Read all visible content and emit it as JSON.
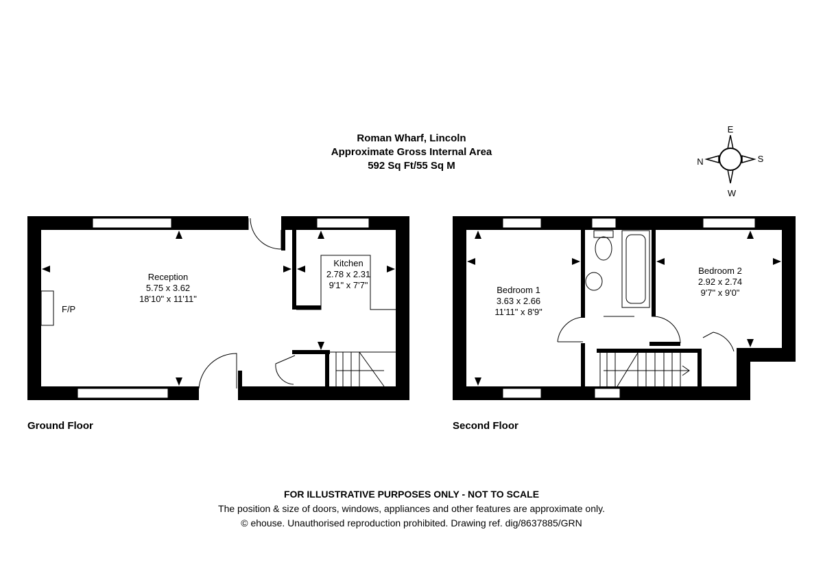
{
  "header": {
    "title": "Roman Wharf, Lincoln",
    "subtitle": "Approximate Gross Internal Area",
    "area": "592 Sq Ft/55 Sq M"
  },
  "compass": {
    "north": "N",
    "east": "E",
    "south": "S",
    "west": "W"
  },
  "ground_floor": {
    "label": "Ground Floor",
    "fireplace": "F/P",
    "reception": {
      "name": "Reception",
      "metric": "5.75 x 3.62",
      "imperial": "18'10\" x 11'11\""
    },
    "kitchen": {
      "name": "Kitchen",
      "metric": "2.78 x 2.31",
      "imperial": "9'1\" x 7'7\""
    }
  },
  "second_floor": {
    "label": "Second Floor",
    "bedroom1": {
      "name": "Bedroom 1",
      "metric": "3.63 x 2.66",
      "imperial": "11'11\" x 8'9\""
    },
    "bedroom2": {
      "name": "Bedroom 2",
      "metric": "2.92 x 2.74",
      "imperial": "9'7\" x 9'0\""
    }
  },
  "footer": {
    "disclaimer": "FOR ILLUSTRATIVE PURPOSES ONLY - NOT TO SCALE",
    "note": "The position & size of doors, windows, appliances and other features are approximate only.",
    "copyright": "© ehouse. Unauthorised reproduction prohibited. Drawing ref. dig/8637885/GRN"
  }
}
